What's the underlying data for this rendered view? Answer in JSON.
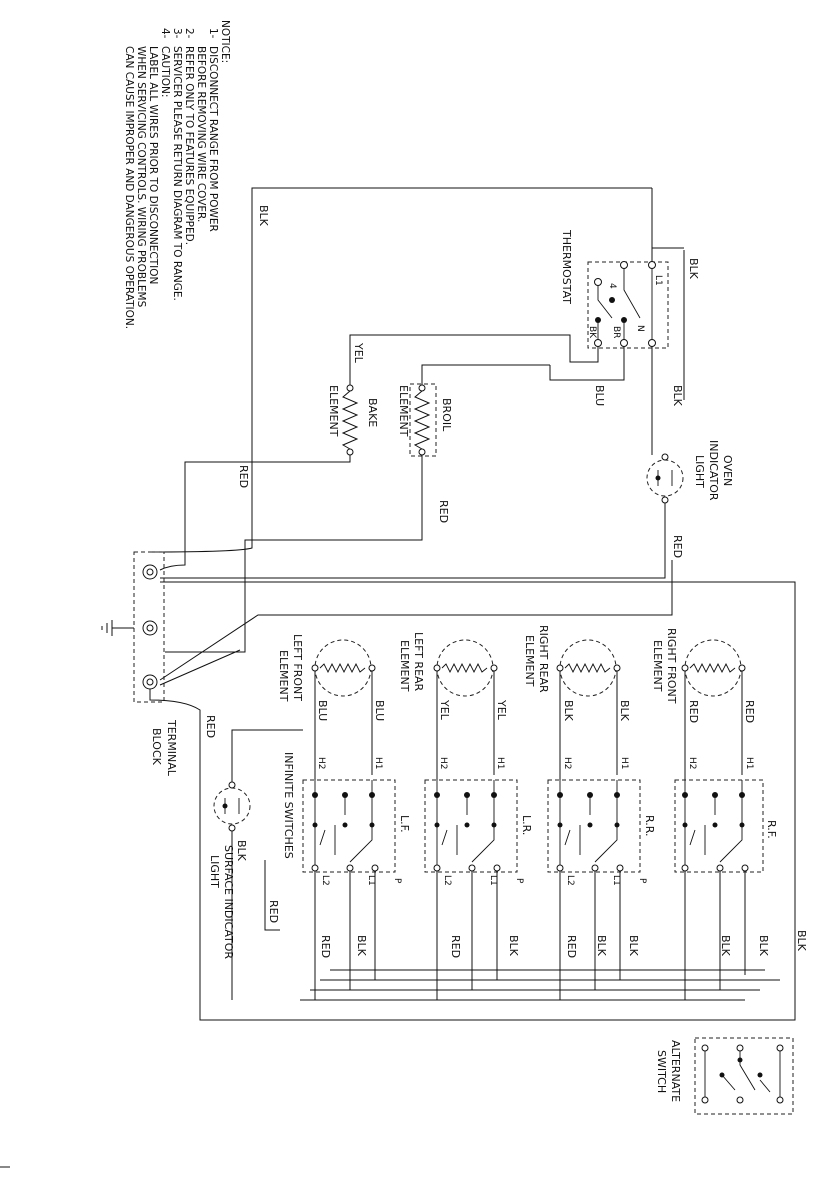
{
  "notice": {
    "heading": "NOTICE:",
    "items": [
      {
        "num": "1-",
        "lines": [
          "DISCONNECT RANGE FROM POWER",
          "BEFORE REMOVING WIRE COVER."
        ]
      },
      {
        "num": "2-",
        "lines": [
          "REFER ONLY TO FEATURES EQUIPPED."
        ]
      },
      {
        "num": "3-",
        "lines": [
          "SERVICER PLEASE RETURN DIAGRAM TO RANGE."
        ]
      },
      {
        "num": "4-",
        "lines": [
          "CAUTION:",
          "LABEL ALL WIRES PRIOR TO DISCONNECTION",
          "WHEN SERVICING CONTROLS. WIRING PROBLEMS",
          "CAN CAUSE IMPROPER AND DANGEROUS OPERATION."
        ]
      }
    ]
  },
  "components": {
    "thermostat": "THERMOSTAT",
    "bake_element": [
      "BAKE",
      "ELEMENT"
    ],
    "broil_element": [
      "BROIL",
      "ELEMENT"
    ],
    "oven_indicator_light": [
      "OVEN",
      "INDICATOR",
      "LIGHT"
    ],
    "terminal_block": [
      "TERMINAL",
      "BLOCK"
    ],
    "surface_indicator_light": [
      "SURFACE INDICATOR",
      "LIGHT"
    ],
    "infinite_switches": "INFINITE SWITCHES",
    "alternate_switch": [
      "ALTERNATE",
      "SWITCH"
    ],
    "right_front_element": [
      "RIGHT FRONT",
      "ELEMENT"
    ],
    "right_rear_element": [
      "RIGHT REAR",
      "ELEMENT"
    ],
    "left_rear_element": [
      "LEFT REAR",
      "ELEMENT"
    ],
    "left_front_element": [
      "LEFT FRONT",
      "ELEMENT"
    ]
  },
  "switch_labels": {
    "rf": "R.F.",
    "rr": "R.R.",
    "lr": "L.R.",
    "lf": "L.F."
  },
  "terminal_labels": {
    "h1": "H1",
    "h2": "H2",
    "l1": "L1",
    "l2": "L2",
    "p": "P"
  },
  "thermostat_terminals": {
    "l1": "L1",
    "four": "4",
    "n": "N",
    "br": "BR",
    "bk": "BK"
  },
  "wire_colors": {
    "blk": "BLK",
    "red": "RED",
    "yel": "YEL",
    "blu": "BLU"
  }
}
